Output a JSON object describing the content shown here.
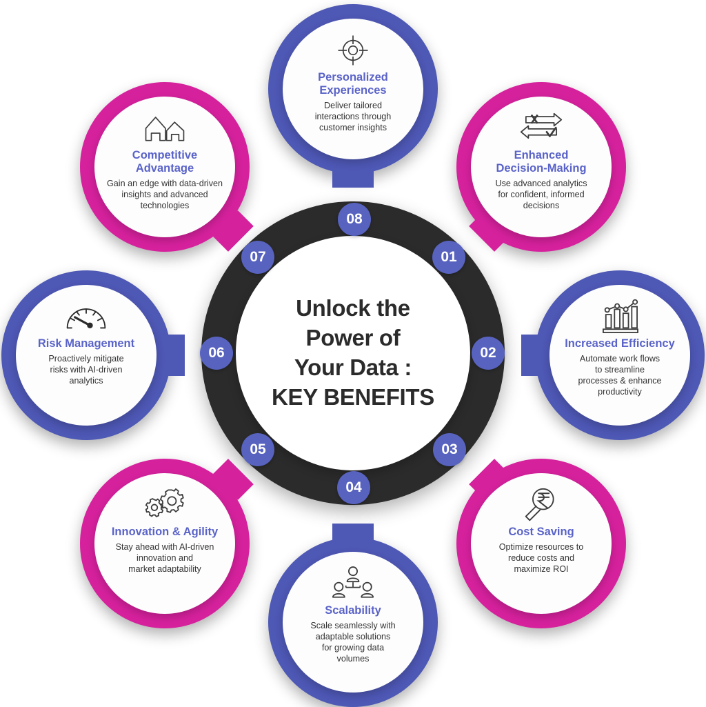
{
  "hub": {
    "title": "Unlock the\nPower of\nYour Data :\nKEY BENEFITS",
    "ring_color": "#2b2b2b",
    "inner_color": "#ffffff"
  },
  "theme": {
    "accent_blue": "#4e58b5",
    "accent_pink": "#d6219d",
    "badge_color": "#5863c0",
    "node_title_color": "#5a63c8",
    "node_desc_color": "#333333"
  },
  "nodes": [
    {
      "number": "08",
      "title": "Personalized\nExperiences",
      "desc": "Deliver tailored\ninteractions through\ncustomer insights",
      "icon": "target-crosshair-icon",
      "ring": "blue",
      "position": "top"
    },
    {
      "number": "01",
      "title": "Enhanced\nDecision-Making",
      "desc": "Use advanced analytics\nfor confident, informed\ndecisions",
      "icon": "two-way-arrows-x-check-icon",
      "ring": "pink",
      "position": "top-right"
    },
    {
      "number": "02",
      "title": "Increased Efficiency",
      "desc": "Automate work flows\nto streamline\nprocesses & enhance\nproductivity",
      "icon": "bar-chart-trend-icon",
      "ring": "blue",
      "position": "right"
    },
    {
      "number": "03",
      "title": "Cost Saving",
      "desc": "Optimize resources to\nreduce costs and\nmaximize ROI",
      "icon": "magnifier-rupee-icon",
      "ring": "pink",
      "position": "bottom-right"
    },
    {
      "number": "04",
      "title": "Scalability",
      "desc": "Scale seamlessly with\nadaptable solutions\nfor growing data\nvolumes",
      "icon": "org-chart-people-icon",
      "ring": "blue",
      "position": "bottom"
    },
    {
      "number": "05",
      "title": "Innovation & Agility",
      "desc": "Stay ahead with AI-driven\ninnovation and\nmarket adaptability",
      "icon": "gears-icon",
      "ring": "pink",
      "position": "bottom-left"
    },
    {
      "number": "06",
      "title": "Risk Management",
      "desc": "Proactively mitigate\nrisks with AI-driven\nanalytics",
      "icon": "gauge-speedometer-icon",
      "ring": "blue",
      "position": "left"
    },
    {
      "number": "07",
      "title": "Competitive\nAdvantage",
      "desc": "Gain an edge with data-driven\ninsights and advanced\ntechnologies",
      "icon": "two-houses-icon",
      "ring": "pink",
      "position": "top-left"
    }
  ]
}
